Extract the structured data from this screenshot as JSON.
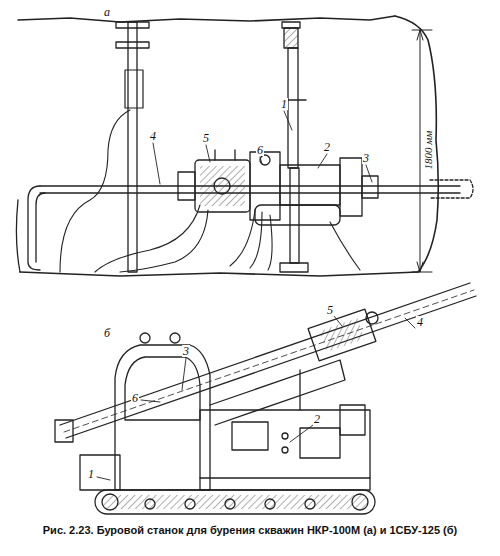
{
  "diagram": {
    "caption": "Рис. 2.23. Буровой станок для бурения скважин НКР-100М (а) и 1СБУ-125 (б)",
    "labels": [
      "а",
      "1",
      "2",
      "3",
      "4",
      "5",
      "6",
      "1800 мм",
      "б",
      "5",
      "4",
      "3",
      "2",
      "6",
      "1"
    ]
  }
}
